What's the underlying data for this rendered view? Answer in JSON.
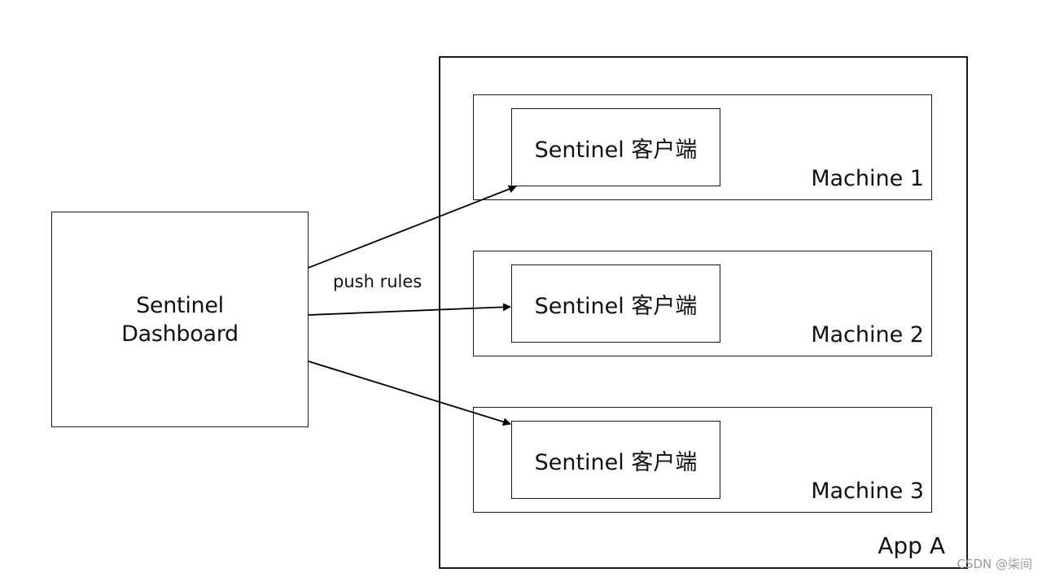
{
  "dashboard": {
    "label_line1": "Sentinel",
    "label_line2": "Dashboard"
  },
  "edge_label": "push rules",
  "app": {
    "label": "App A"
  },
  "machines": [
    {
      "label": "Machine 1",
      "client_label": "Sentinel 客户端"
    },
    {
      "label": "Machine 2",
      "client_label": "Sentinel 客户端"
    },
    {
      "label": "Machine 3",
      "client_label": "Sentinel 客户端"
    }
  ],
  "watermark": "CSDN @柒间"
}
